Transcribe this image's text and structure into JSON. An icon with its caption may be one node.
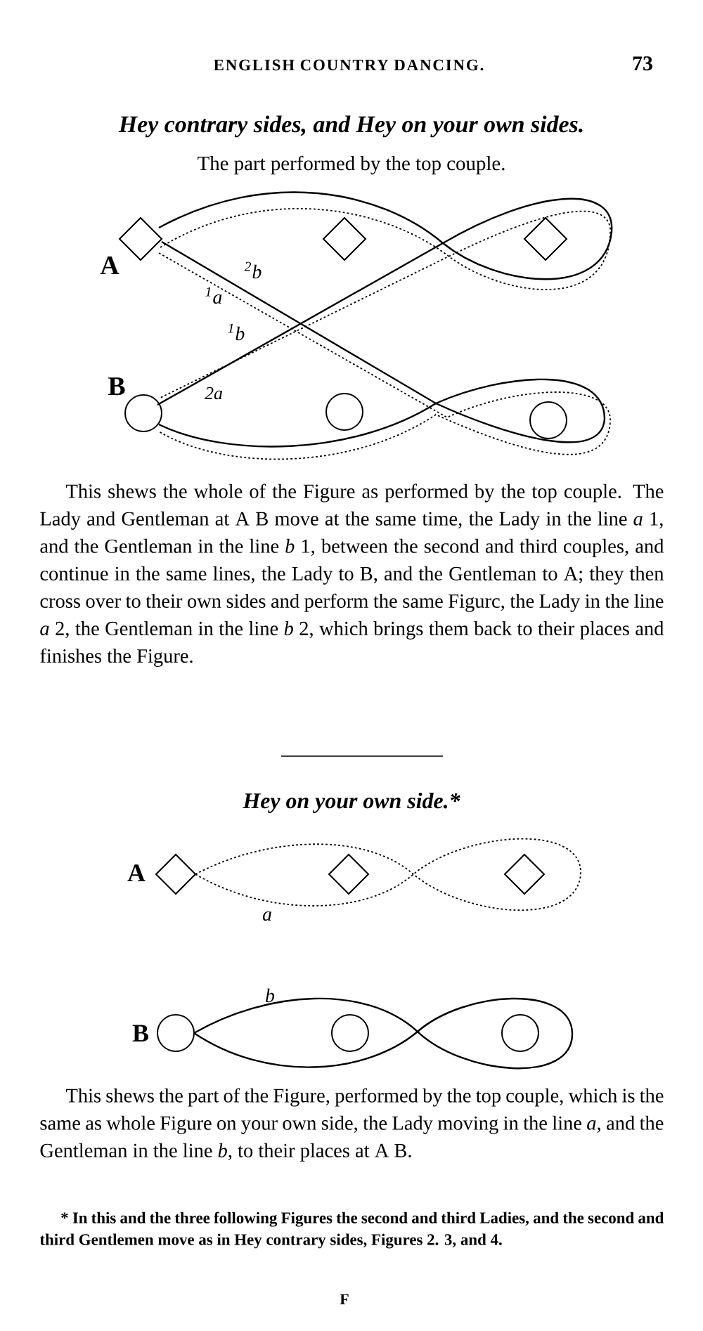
{
  "diagram": {
    "title": "Hey contrary sides, and Hey on your own sides.",
    "labels": [
      "ENGLISH COUNTRY DANCING.",
      "73",
      "The part performed by the top couple.",
      "A",
      "$^{2}$b",
      "$^{1}$a",
      "$^{1}$b",
      "B",
      "2a",
      "This shews the whole of the Figure as performed by the top couple. The Lady and Gentleman at A B move at the same time, the Lady in the line *a* 1, and the Gentleman in the line *b* 1, between the second and third couples, and continue in the same lines, the Lady to B, and the Gentleman to A; they then cross over to their own sides and perform the same Figurc, the Lady in the line *a* 2, the Gentleman in the line *b* 2, which brings them back to their places and finishes the Figure.",
      "Hey on your own side.*",
      "A",
      "a",
      "b",
      "B",
      "This shews the part of the Figure, performed by the top couple, which is the same as whole Figure on your own side, the Lady moving in the line *a*, and the Gentleman in the line *b*, to their places at A B.",
      "* In this and the three following Figures the second and third Ladies, and the second and third Gentlemen move as in Hey contrary sides, Figures 2. 3, and 4.",
      "F"
    ]
  }
}
